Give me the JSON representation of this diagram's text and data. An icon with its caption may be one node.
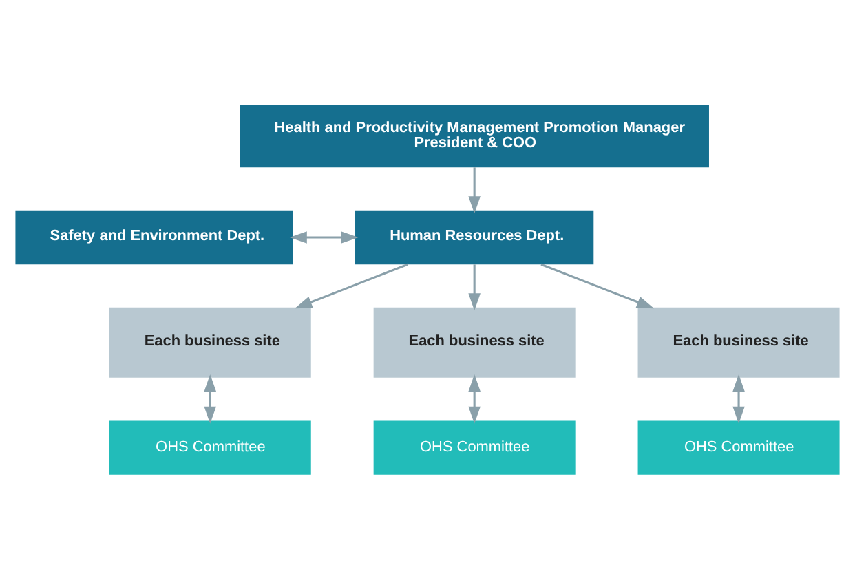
{
  "diagram": {
    "nodes": [
      {
        "text": [
          "Health and Productivity Management Promotion Manager",
          "President & COO"
        ]
      },
      {
        "text": [
          "Safety and Environment Dept."
        ]
      },
      {
        "text": [
          "Human Resources Dept."
        ]
      },
      {
        "text": [
          "Each business site"
        ]
      },
      {
        "text": [
          "Each business site"
        ]
      },
      {
        "text": [
          "Each business site"
        ]
      },
      {
        "text": [
          "OHS Committee"
        ]
      },
      {
        "text": [
          "OHS Committee"
        ]
      },
      {
        "text": [
          "OHS Committee"
        ]
      }
    ],
    "edges": [
      {
        "from": 0,
        "to": 2,
        "arrow": "to"
      },
      {
        "from": 1,
        "to": 2,
        "arrow": "both"
      },
      {
        "from": 2,
        "to": 3,
        "arrow": "to"
      },
      {
        "from": 2,
        "to": 4,
        "arrow": "to"
      },
      {
        "from": 2,
        "to": 5,
        "arrow": "to"
      },
      {
        "from": 3,
        "to": 6,
        "arrow": "both"
      },
      {
        "from": 4,
        "to": 7,
        "arrow": "both"
      },
      {
        "from": 5,
        "to": 8,
        "arrow": "both"
      }
    ]
  }
}
